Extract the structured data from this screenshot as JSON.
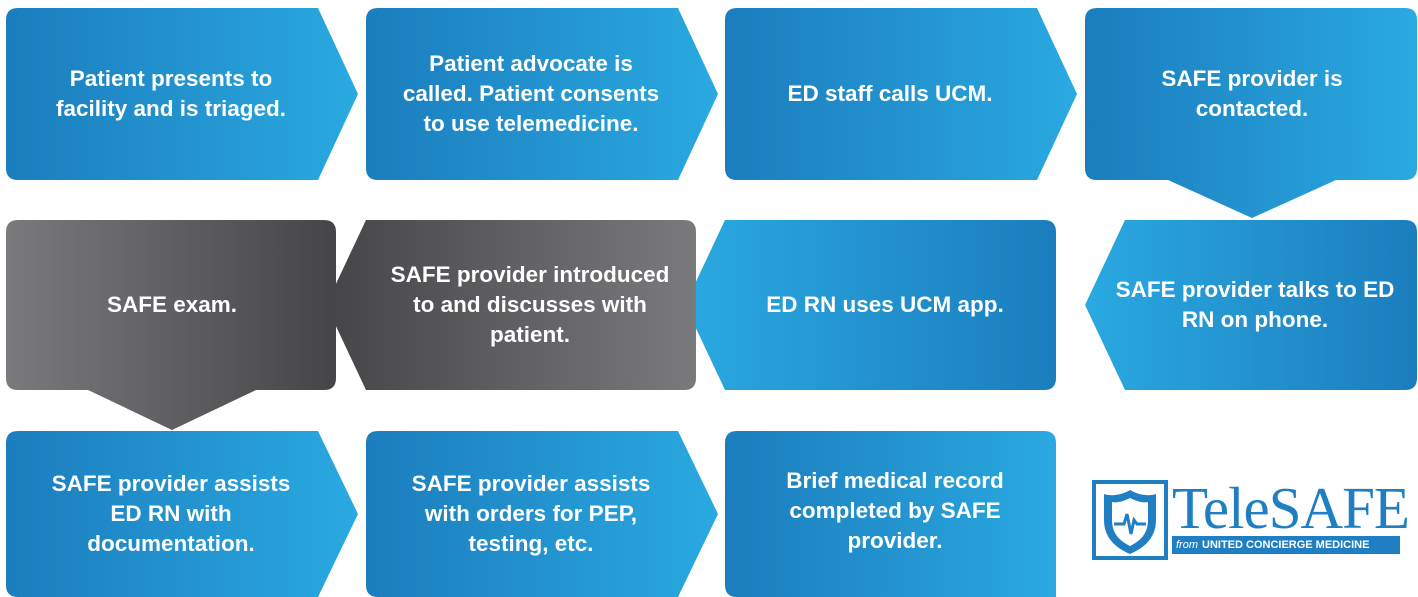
{
  "steps": [
    {
      "id": 1,
      "text": "Patient presents to facility and is triaged.",
      "tone": "blue",
      "shape": "right-arrow"
    },
    {
      "id": 2,
      "text": "Patient advocate is called. Patient consents to use telemedicine.",
      "tone": "blue",
      "shape": "right-arrow"
    },
    {
      "id": 3,
      "text": "ED staff calls UCM.",
      "tone": "blue",
      "shape": "right-arrow"
    },
    {
      "id": 4,
      "text": "SAFE provider is contacted.",
      "tone": "blue",
      "shape": "down-arrow"
    },
    {
      "id": 5,
      "text": "SAFE provider talks to ED RN on phone.",
      "tone": "blue",
      "shape": "left-arrow"
    },
    {
      "id": 6,
      "text": "ED RN uses UCM app.",
      "tone": "blue",
      "shape": "left-arrow"
    },
    {
      "id": 7,
      "text": "SAFE provider introduced to and discusses with patient.",
      "tone": "gray",
      "shape": "left-arrow"
    },
    {
      "id": 8,
      "text": "SAFE exam.",
      "tone": "gray",
      "shape": "down-arrow"
    },
    {
      "id": 9,
      "text": "SAFE provider assists ED RN with documentation.",
      "tone": "blue",
      "shape": "right-arrow"
    },
    {
      "id": 10,
      "text": "SAFE provider assists with orders for PEP, testing, etc.",
      "tone": "blue",
      "shape": "right-arrow"
    },
    {
      "id": 11,
      "text": "Brief medical record completed by SAFE provider.",
      "tone": "blue",
      "shape": "box"
    }
  ],
  "logo": {
    "name_part1": "Tele",
    "name_part2": "SAFE",
    "from_text": "from",
    "org_text": "UNITED CONCIERGE MEDICINE"
  },
  "colors": {
    "blue_dark": "#1d80bf",
    "blue_light": "#29a8e0",
    "gray_dark": "#4a4a4c",
    "gray_light": "#77777a",
    "text": "#ffffff",
    "brand": "#1f7fc2"
  }
}
